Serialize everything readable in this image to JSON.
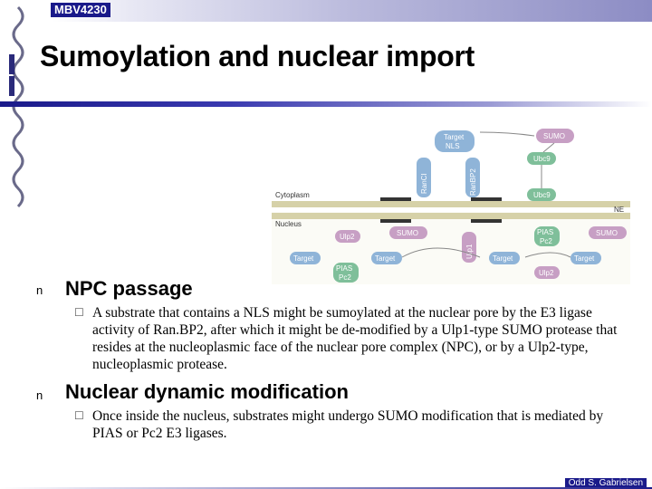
{
  "header": {
    "course": "MBV4230"
  },
  "slide": {
    "title": "Sumoylation and nuclear import"
  },
  "figure": {
    "cytoplasm": "Cytoplasm",
    "nucleus": "Nucleus",
    "ne": "NE",
    "target_nls_1": "Target",
    "target_nls_2": "NLS",
    "ran_c": "RanCI",
    "ran_bp2": "RanBP2",
    "sumo_top": "SUMO",
    "ubc9_1": "Ubc9",
    "ubc9_2": "Ubc9",
    "ulp2": "Ulp2",
    "sumo_mid": "SUMO",
    "target_a": "Target",
    "target_b": "Target",
    "ulp1": "Ulp1",
    "pias_1": "PIAS",
    "pias_2": "Pc2",
    "pias_pc2_1": "PIAS",
    "pias_pc2_2": "Pc2",
    "sumo_right": "SUMO",
    "target_c": "Target",
    "target_d": "Target",
    "ulp2_right": "Ulp2"
  },
  "bullets": [
    {
      "marker": "n",
      "heading": "NPC passage",
      "sub_marker": "☐",
      "text": "A substrate that contains a NLS might be sumoylated at the nuclear pore by the E3 ligase activity of Ran.BP2, after which it might be de-modified by a Ulp1-type SUMO protease that resides at the nucleoplasmic face of the nuclear pore complex (NPC), or by a Ulp2-type, nucleoplasmic protease."
    },
    {
      "marker": "n",
      "heading": "Nuclear dynamic modification",
      "sub_marker": "☐",
      "text": "Once inside the nucleus, substrates might undergo SUMO modification that is mediated by PIAS or Pc2 E3 ligases."
    }
  ],
  "footer": {
    "author": "Odd S. Gabrielsen"
  }
}
